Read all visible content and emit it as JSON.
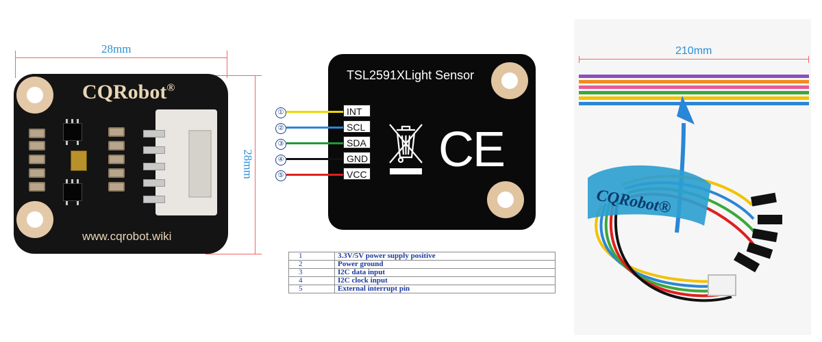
{
  "left_board": {
    "width_label": "28mm",
    "height_label": "28mm",
    "brand": "CQRobot",
    "brand_mark": "®",
    "website": "www.cqrobot.wiki"
  },
  "middle_board": {
    "title": "TSL2591XLight Sensor",
    "ce_mark": "CE",
    "pins": [
      {
        "num": "①",
        "label": "INT",
        "color": "#f2d500"
      },
      {
        "num": "②",
        "label": "SCL",
        "color": "#2a86d6"
      },
      {
        "num": "③",
        "label": "SDA",
        "color": "#1f9a3a"
      },
      {
        "num": "④",
        "label": "GND",
        "color": "#111111"
      },
      {
        "num": "⑤",
        "label": "VCC",
        "color": "#e01f1f"
      }
    ]
  },
  "pin_table": [
    {
      "num": "1",
      "desc": "3.3V/5V power supply positive"
    },
    {
      "num": "2",
      "desc": "Power ground"
    },
    {
      "num": "3",
      "desc": "I2C data input"
    },
    {
      "num": "4",
      "desc": "I2C clock input"
    },
    {
      "num": "5",
      "desc": "External interrupt pin"
    }
  ],
  "cable": {
    "length_label": "210mm",
    "strap_text": "CQRobot®",
    "wire_colors": [
      "#8a4fc0",
      "#f28a1f",
      "#e85a9a",
      "#3aa83a",
      "#f2c200",
      "#2a86d6"
    ]
  }
}
